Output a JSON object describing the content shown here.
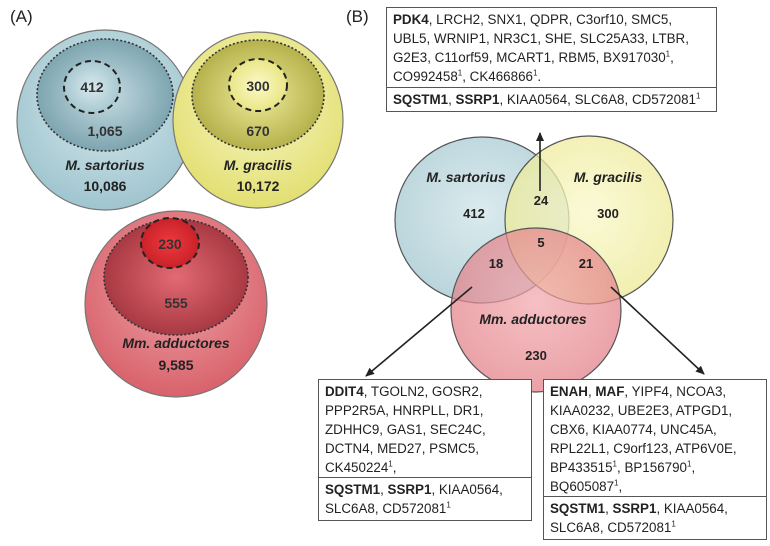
{
  "panel_a": {
    "label": "(A)",
    "sartorius": {
      "name": "M. sartorius",
      "total": "10,086",
      "mid": "1,065",
      "core": "412",
      "color": "#b8d6dd"
    },
    "gracilis": {
      "name": "M. gracilis",
      "total": "10,172",
      "mid": "670",
      "core": "300",
      "color": "#f1ef9a"
    },
    "adductores": {
      "name": "Mm. adductores",
      "total": "9,585",
      "mid": "555",
      "core": "230",
      "color": "#e3737b"
    }
  },
  "panel_b": {
    "label": "(B)",
    "sartorius": {
      "name": "M. sartorius",
      "unique": "412"
    },
    "gracilis": {
      "name": "M. gracilis",
      "unique": "300"
    },
    "adductores": {
      "name": "Mm. adductores",
      "unique": "230"
    },
    "sart_grac": "24",
    "sart_add": "18",
    "grac_add": "21",
    "all": "5"
  },
  "gene_boxes": {
    "top": {
      "specific": [
        {
          "t": "PDK4",
          "b": true
        },
        {
          "t": ", LRCH2, SNX1, QDPR, C3orf10, SMC5, UBL5, WRNIP1, NR3C1, SHE, SLC25A33, LTBR, G2E3, C11orf59, MCART1, RBM5, BX917030"
        },
        {
          "t": "1",
          "sup": true
        },
        {
          "t": ", CO992458"
        },
        {
          "t": "1",
          "sup": true
        },
        {
          "t": ", CK466866"
        },
        {
          "t": "1",
          "sup": true
        },
        {
          "t": "."
        }
      ],
      "common": [
        {
          "t": "SQSTM1",
          "b": true
        },
        {
          "t": ", "
        },
        {
          "t": "SSRP1",
          "b": true
        },
        {
          "t": ", KIAA0564, SLC6A8, CD572081"
        },
        {
          "t": "1",
          "sup": true
        }
      ]
    },
    "left": {
      "specific": [
        {
          "t": "DDIT4",
          "b": true
        },
        {
          "t": ", TGOLN2, GOSR2, PPP2R5A, HNRPLL, DR1, ZDHHC9, GAS1, SEC24C, DCTN4, MED27, PSMC5, CK450224"
        },
        {
          "t": "1",
          "sup": true
        },
        {
          "t": ","
        }
      ],
      "common": [
        {
          "t": "SQSTM1",
          "b": true
        },
        {
          "t": ", "
        },
        {
          "t": "SSRP1",
          "b": true
        },
        {
          "t": ", KIAA0564, SLC6A8, CD572081"
        },
        {
          "t": "1",
          "sup": true
        }
      ]
    },
    "right": {
      "specific": [
        {
          "t": "ENAH",
          "b": true
        },
        {
          "t": ", "
        },
        {
          "t": "MAF",
          "b": true
        },
        {
          "t": ", YIPF4, NCOA3, KIAA0232, UBE2E3, ATPGD1, CBX6, KIAA0774, UNC45A, RPL22L1, C9orf123, ATP6V0E, BP433515"
        },
        {
          "t": "1",
          "sup": true
        },
        {
          "t": ", BP156790"
        },
        {
          "t": "1",
          "sup": true
        },
        {
          "t": ", BQ605087"
        },
        {
          "t": "1",
          "sup": true
        },
        {
          "t": ","
        }
      ],
      "common": [
        {
          "t": "SQSTM1",
          "b": true
        },
        {
          "t": ", "
        },
        {
          "t": "SSRP1",
          "b": true
        },
        {
          "t": ", KIAA0564, SLC6A8, CD572081"
        },
        {
          "t": "1",
          "sup": true
        }
      ]
    }
  }
}
